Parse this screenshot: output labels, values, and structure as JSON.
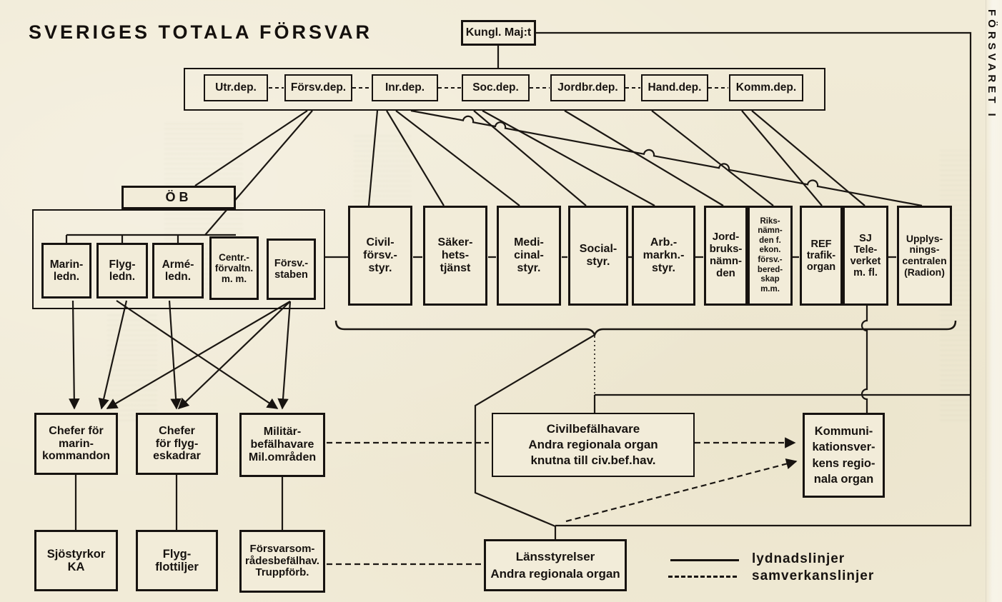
{
  "title": "SVERIGES TOTALA FÖRSVAR",
  "margin_label": "FÖRSVARET I",
  "colors": {
    "paper": "#f1ebd7",
    "ink": "#171310"
  },
  "nodes": {
    "kungl": "Kungl. Maj:t",
    "departments": [
      "Utr.dep.",
      "Försv.dep.",
      "Inr.dep.",
      "Soc.dep.",
      "Jordbr.dep.",
      "Hand.dep.",
      "Komm.dep."
    ],
    "ob": "ÖB",
    "military": [
      "Marin-\nledn.",
      "Flyg-\nledn.",
      "Armé-\nledn.",
      "Centr.-\nförvaltn.\nm. m.",
      "Försv.-\nstaben"
    ],
    "civil": [
      "Civil-\nförsv.-\nstyr.",
      "Säker-\nhets-\ntjänst",
      "Medi-\ncinal-\nstyr.",
      "Social-\nstyr.",
      "Arb.-\nmarkn.-\nstyr.",
      "Jord-\nbruks-\nnämn-\nden",
      "Riks-\nnämn-\nden f.\nekon.\nförsv.-\nbered-\nskap\nm.m.",
      "REF\ntrafik-\norgan",
      "SJ\nTele-\nverket\nm. fl.",
      "Upplys-\nnings-\ncentralen\n(Radion)"
    ],
    "regional_mil": [
      "Chefer för\nmarin-\nkommandon",
      "Chefer\nför flyg-\neskadrar",
      "Militär-\nbefälhavare\nMil.områden"
    ],
    "local_mil": [
      "Sjöstyrkor\nKA",
      "Flyg-\nflottiljer",
      "Försvarsom-\nrådesbefälhav.\nTruppförb."
    ],
    "civilbef": "Civilbefälhavare\nAndra regionala organ\nknutna till civ.bef.hav.",
    "kommunik": "Kommuni-\nkationsver-\nkens regio-\nnala organ",
    "lansstyrelser": "Länsstyrelser\nAndra regionala organ"
  },
  "legend": {
    "solid": "lydnadslinjer",
    "dashed": "samverkanslinjer"
  }
}
